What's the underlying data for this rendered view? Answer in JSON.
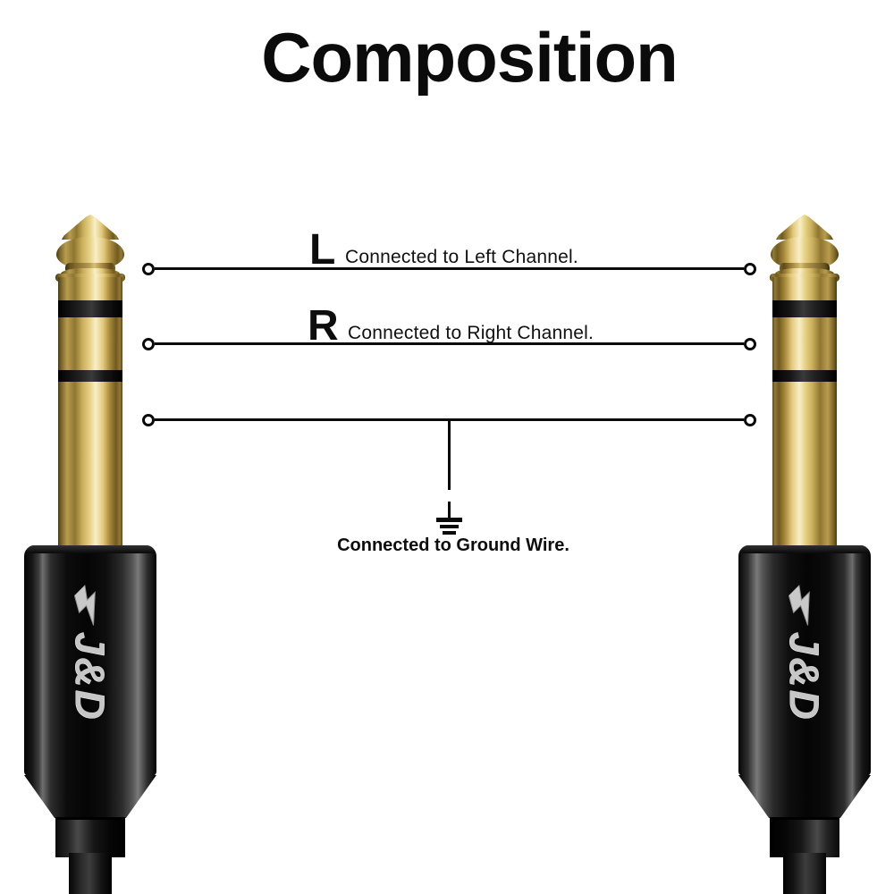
{
  "title": "Composition",
  "brand_label": "J&D",
  "connections": [
    {
      "label": "L",
      "description": "Connected to Left Channel."
    },
    {
      "label": "R",
      "description": "Connected to Right Channel."
    }
  ],
  "ground": {
    "description": "Connected to Ground Wire."
  },
  "colors": {
    "background": "#ffffff",
    "line": "#0a0a0a",
    "gold_base": "#caaf5c",
    "gold_highlight": "#f8efc9",
    "gold_shadow": "#4a3b12",
    "insulator_black": "#141414",
    "housing_black": "#0c0c0c",
    "logo_silver": "#c6c6c6"
  }
}
